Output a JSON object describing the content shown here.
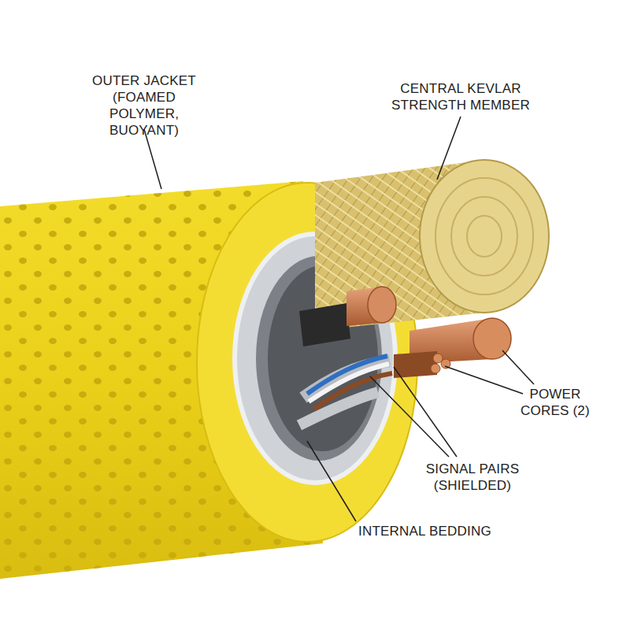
{
  "diagram": {
    "labels": [
      "OUTER JACKET (FOAMED POLYMER, BUOYANT)",
      "CENTRAL KEVLAR STRENGTH MEMBER",
      "POWER CORES (2)",
      "SIGNAL PAIRS (SHIELDED)",
      "INTERNAL BEDDING"
    ]
  }
}
